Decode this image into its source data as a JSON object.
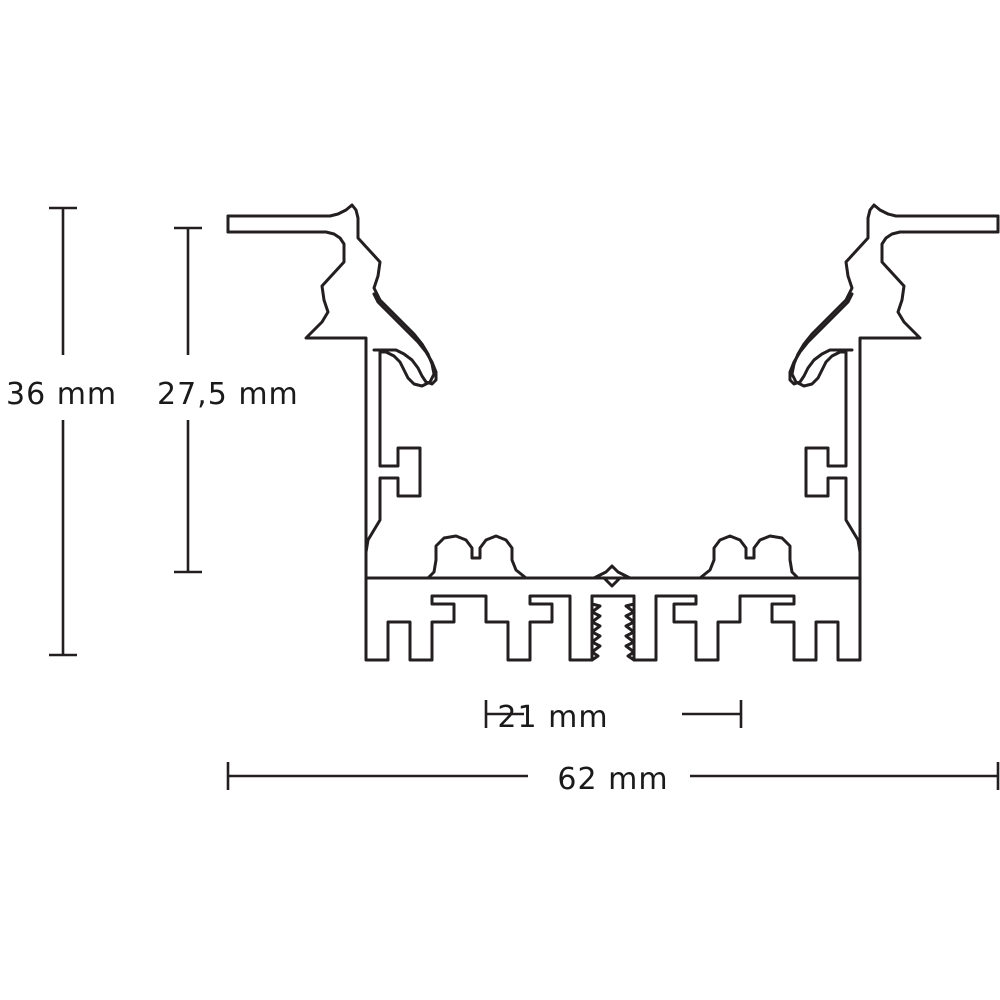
{
  "diagram": {
    "type": "technical-cross-section",
    "subject": "aluminium LED profile cross-section",
    "stroke_color": "#231f20",
    "background_color": "#ffffff",
    "dimensions": {
      "height_total": "36 mm",
      "height_inner": "27,5 mm",
      "width_inner": "21 mm",
      "width_total": "62 mm"
    }
  }
}
